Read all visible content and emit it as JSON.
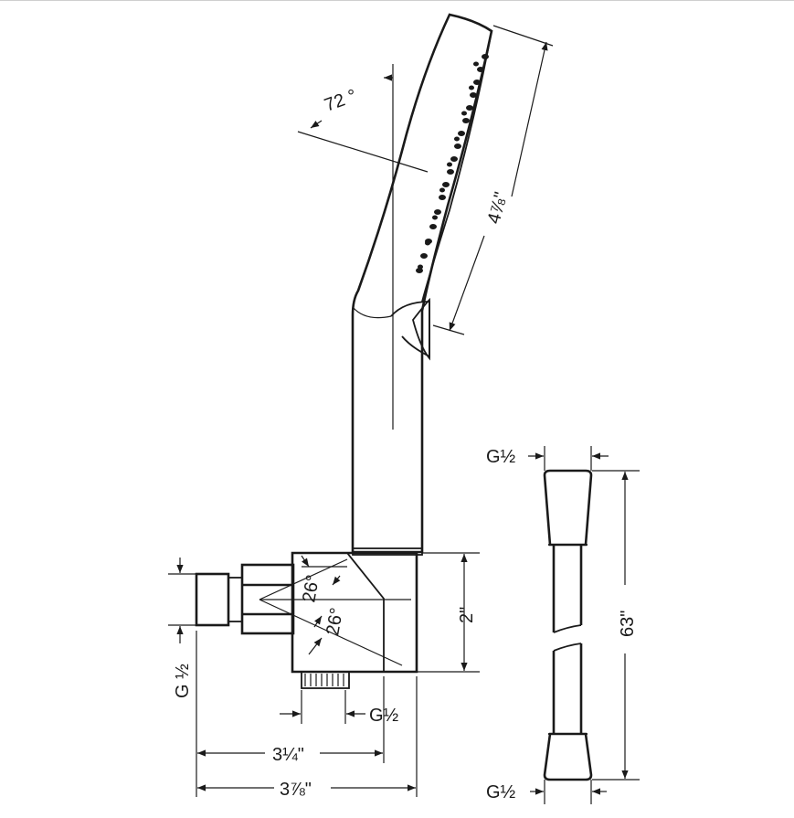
{
  "labels": {
    "angle": "72 °",
    "head_length": "4⅞\"",
    "height": "2\"",
    "inlet_left": "G ½",
    "outlet_bottom": "G½",
    "angle_upper": "26°",
    "angle_lower": "26°",
    "width_short": "3¼\"",
    "width_long": "3⅞\"",
    "hose_top": "G½",
    "hose_bottom": "G½",
    "hose_length": "63\""
  }
}
